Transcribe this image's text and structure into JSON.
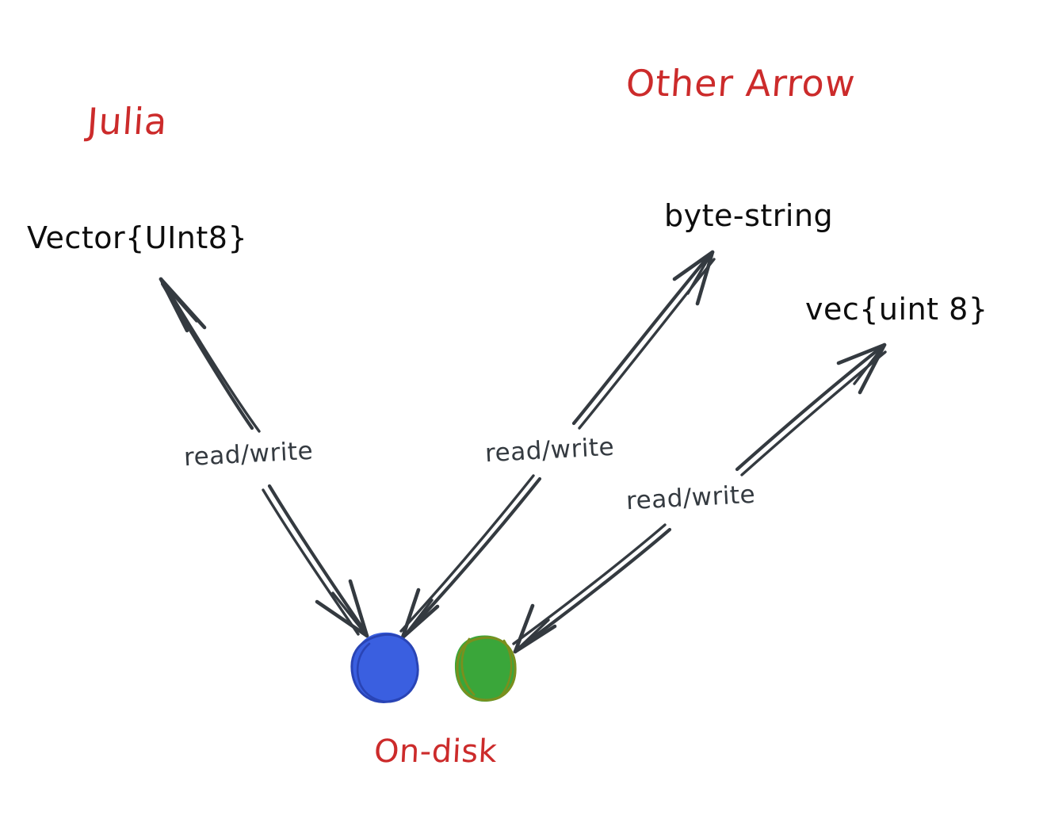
{
  "diagram": {
    "title_groups": [
      {
        "id": "julia",
        "text": "Julia",
        "color": "#cc2b2b"
      },
      {
        "id": "other_arrow",
        "text": "Other Arrow",
        "color": "#cc2b2b"
      }
    ],
    "type_nodes": [
      {
        "id": "vector_uint8",
        "text": "Vector{UInt8}",
        "color": "#0d0d0d",
        "group": "Julia"
      },
      {
        "id": "byte_string",
        "text": "byte-string",
        "color": "#0d0d0d",
        "group": "Other Arrow"
      },
      {
        "id": "vec_uint8",
        "text": "vec{uint 8}",
        "color": "#0d0d0d",
        "group": "Other Arrow"
      }
    ],
    "edge_labels": [
      {
        "id": "rw_julia",
        "text": "read/write",
        "color": "#343a40"
      },
      {
        "id": "rw_bytestring",
        "text": "read/write",
        "color": "#343a40"
      },
      {
        "id": "rw_vec",
        "text": "read/write",
        "color": "#343a40"
      }
    ],
    "storage": {
      "label": "On-disk",
      "label_color": "#cc2b2b",
      "blobs": [
        {
          "id": "blob-blue",
          "fill": "#3a5fe0",
          "stroke": "#2944b5"
        },
        {
          "id": "blob-green",
          "fill": "#3aa63a",
          "stroke": "#7a8f1e"
        }
      ]
    },
    "edges": [
      {
        "id": "edge-julia",
        "from": "On-disk (blue)",
        "to": "Vector{UInt8}",
        "label": "read/write",
        "bidirectional": true,
        "stroke": "#343a40"
      },
      {
        "id": "edge-bytestring",
        "from": "On-disk (blue)",
        "to": "byte-string",
        "label": "read/write",
        "bidirectional": true,
        "stroke": "#343a40"
      },
      {
        "id": "edge-vec",
        "from": "On-disk (green)",
        "to": "vec{uint 8}",
        "label": "read/write",
        "bidirectional": true,
        "stroke": "#343a40"
      }
    ],
    "stroke_color": "#343a40",
    "background": "#ffffff"
  }
}
